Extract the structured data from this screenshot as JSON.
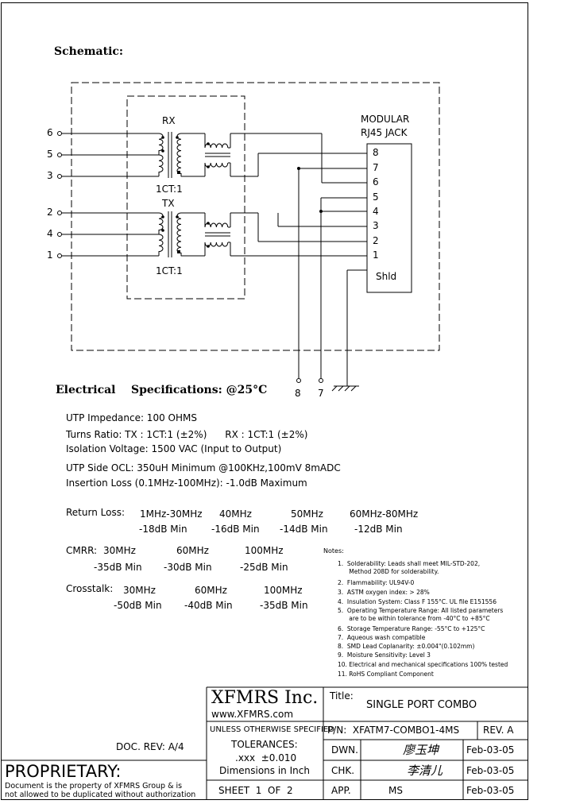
{
  "schematic": {
    "title": "Schematic:",
    "rx_label": "RX",
    "tx_label": "TX",
    "ratio_rx": "1CT:1",
    "ratio_tx": "1CT:1",
    "left_pins": [
      "6",
      "5",
      "3",
      "2",
      "4",
      "1"
    ],
    "jack_title_1": "MODULAR",
    "jack_title_2": "RJ45  JACK",
    "jack_pins": [
      "8",
      "7",
      "6",
      "5",
      "4",
      "3",
      "2",
      "1"
    ],
    "shield": "Shld",
    "bottom_pins": [
      "8",
      "7"
    ]
  },
  "electrical": {
    "title": "Electrical    Specifications: @25°C",
    "lines": [
      "UTP Impedance: 100 OHMS",
      "Turns Ratio: TX : 1CT:1 (±2%)      RX : 1CT:1 (±2%)",
      "Isolation Voltage: 1500 VAC (Input to Output)",
      "UTP Side OCL: 350uH Minimum @100KHz,100mV 8mADC",
      "Insertion Loss (0.1MHz-100MHz): -1.0dB Maximum"
    ],
    "return_loss": {
      "label": "Return Loss:",
      "freqs": [
        "1MHz-30MHz",
        "40MHz",
        "50MHz",
        "60MHz-80MHz"
      ],
      "values": [
        "-18dB Min",
        "-16dB Min",
        "-14dB Min",
        "-12dB Min"
      ]
    },
    "cmrr": {
      "label": "CMRR:",
      "freqs": [
        "30MHz",
        "60MHz",
        "100MHz"
      ],
      "values": [
        "-35dB Min",
        "-30dB Min",
        "-25dB Min"
      ]
    },
    "crosstalk": {
      "label": "Crosstalk:",
      "freqs": [
        "30MHz",
        "60MHz",
        "100MHz"
      ],
      "values": [
        "-50dB Min",
        "-40dB Min",
        "-35dB Min"
      ]
    }
  },
  "notes": {
    "title": "Notes:",
    "items": [
      "1.  Solderability: Leads shall meet MIL-STD-202,",
      "      Method 208D for solderability.",
      "2.  Flammability: UL94V-0",
      "3.  ASTM oxygen index: > 28%",
      "4.  Insulation System: Class F 155°C. UL file E151556",
      "5.  Operating Temperature Range: All listed parameters",
      "      are to be within tolerance from -40°C to +85°C",
      "6.  Storage Temperature Range: -55°C to +125°C",
      "7.  Aqueous wash compatible",
      "8.  SMD Lead Coplanarity: ±0.004\"(0.102mm)",
      "9.  Moisture Sensitivity: Level 3",
      "10. Electrical and mechanical specifications 100% tested",
      "11. RoHS Compliant Component"
    ]
  },
  "title_block": {
    "company": "XFMRS Inc.",
    "website": "www.XFMRS.com",
    "tolerance_1": "UNLESS OTHERWISE SPECIFIED",
    "tolerance_2": "TOLERANCES:",
    "tolerance_3": ".xxx  ±0.010",
    "tolerance_4": "Dimensions in Inch",
    "sheet": "SHEET  1  OF  2",
    "title_label": "Title:",
    "title": "SINGLE PORT COMBO",
    "pn": "P/N:  XFATM7-COMBO1-4MS",
    "rev": "REV. A",
    "dwn_label": "DWN.",
    "dwn_sig": "廖玉坤",
    "dwn_date": "Feb-03-05",
    "chk_label": "CHK.",
    "chk_sig": "李清儿",
    "chk_date": "Feb-03-05",
    "app_label": "APP.",
    "app_sig": "MS",
    "app_date": "Feb-03-05",
    "doc_rev": "DOC. REV: A/4",
    "proprietary": "PROPRIETARY:",
    "prop_line1": "Document is the property of XFMRS Group & is",
    "prop_line2": "not allowed to be duplicated without authorization"
  }
}
